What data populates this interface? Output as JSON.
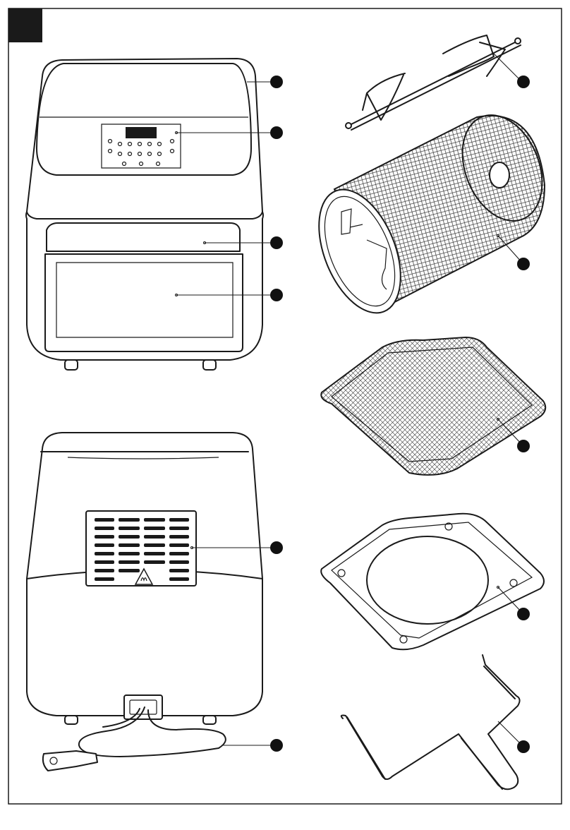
{
  "figure": {
    "corner_tab_color": "#1a1a1a",
    "callout_color": "#111111",
    "callouts": [
      {
        "part": "top-lid"
      },
      {
        "part": "control-panel"
      },
      {
        "part": "door-handle"
      },
      {
        "part": "door-window"
      },
      {
        "part": "air-outlet-grille"
      },
      {
        "part": "power-cord"
      },
      {
        "part": "rotisserie-spit"
      },
      {
        "part": "rotisserie-basket"
      },
      {
        "part": "mesh-tray"
      },
      {
        "part": "drip-tray"
      },
      {
        "part": "removal-tool"
      }
    ]
  }
}
